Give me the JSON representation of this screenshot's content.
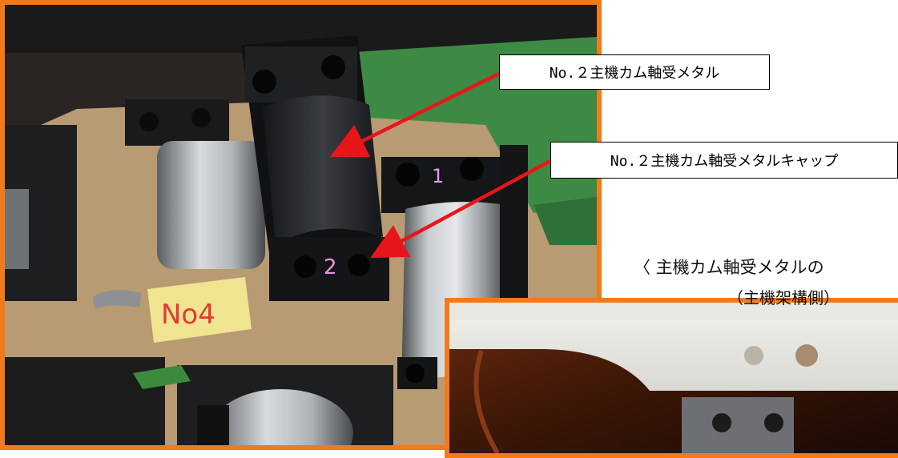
{
  "photo_main": {
    "label_tag": "No4",
    "cap_marks": [
      "1",
      "2"
    ]
  },
  "callouts": [
    {
      "text": "No.２主機カム軸受メタル"
    },
    {
      "text": "No.２主機カム軸受メタルキャップ"
    }
  ],
  "side_caption": {
    "title": "〈 主機カム軸受メタルの",
    "subtitle": "（主機架構側）"
  },
  "colors": {
    "frame_border": "#f27a1a",
    "arrow": "#e8151b"
  }
}
